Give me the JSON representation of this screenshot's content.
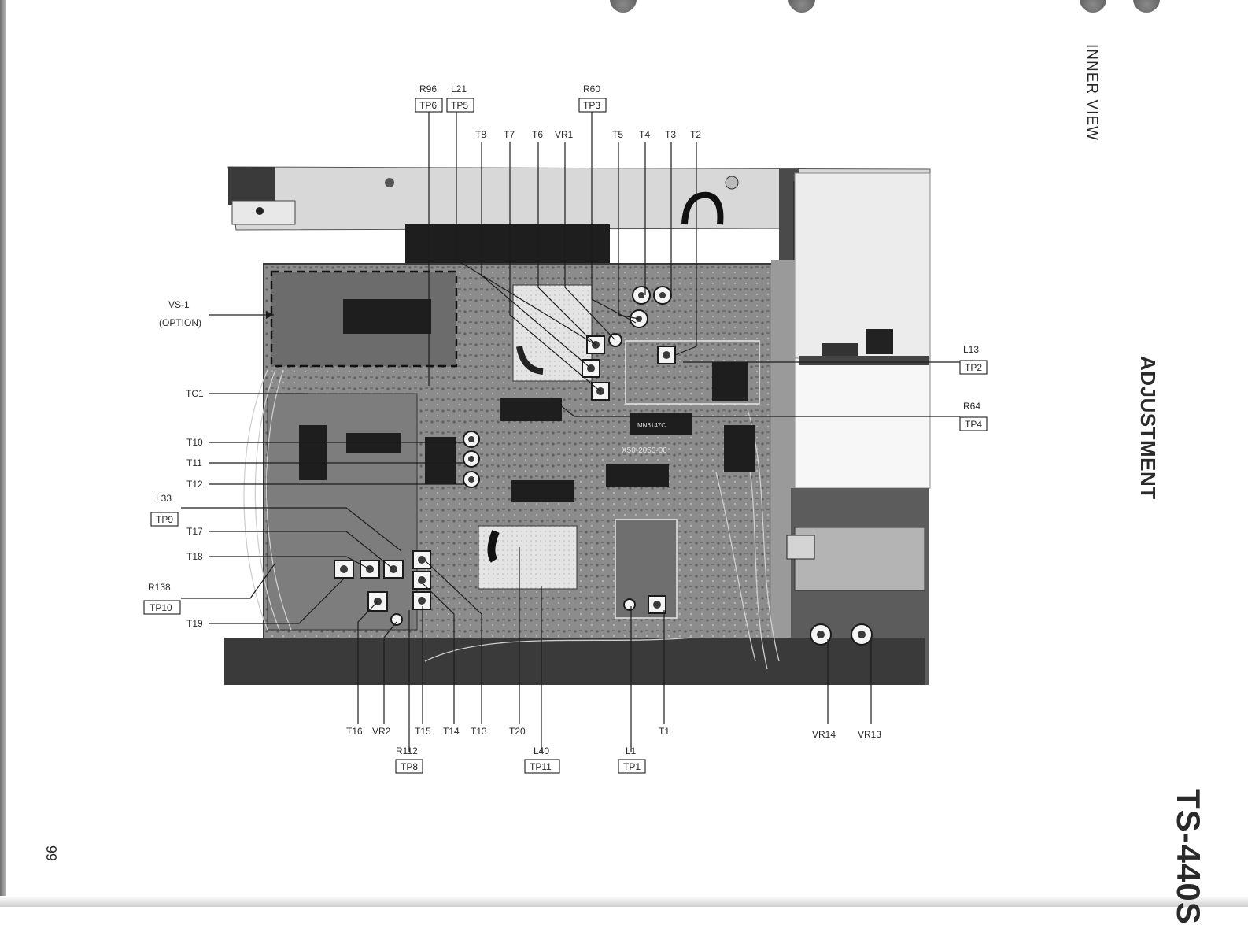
{
  "header": {
    "section": "INNER VIEW",
    "chapter": "ADJUSTMENT",
    "model": "TS-440S"
  },
  "page_number": "66",
  "callouts": {
    "vs1": "VS-1",
    "vs1_option": "(OPTION)",
    "tc1": "TC1",
    "t10": "T10",
    "t11": "T11",
    "t12": "T12",
    "l33": "L33",
    "tp9": "TP9",
    "t17": "T17",
    "t18": "T18",
    "r138": "R138",
    "tp10": "TP10",
    "t19": "T19",
    "r96": "R96",
    "tp6": "TP6",
    "l21": "L21",
    "tp5": "TP5",
    "r60": "R60",
    "tp3": "TP3",
    "t8": "T8",
    "t7": "T7",
    "t6": "T6",
    "vr1": "VR1",
    "t5": "T5",
    "t4": "T4",
    "t3": "T3",
    "t2": "T2",
    "l13": "L13",
    "tp2": "TP2",
    "r64": "R64",
    "tp4": "TP4",
    "t16": "T16",
    "vr2": "VR2",
    "r112": "R112",
    "tp8": "TP8",
    "t15": "T15",
    "t14": "T14",
    "t13": "T13",
    "t20": "T20",
    "l40": "L40",
    "tp11": "TP11",
    "l1": "L1",
    "tp1": "TP1",
    "t1": "T1",
    "vr14": "VR14",
    "vr13": "VR13"
  },
  "board_markings": {
    "board_id": "X50-2050-00",
    "ic_marking": "MN6147C"
  }
}
